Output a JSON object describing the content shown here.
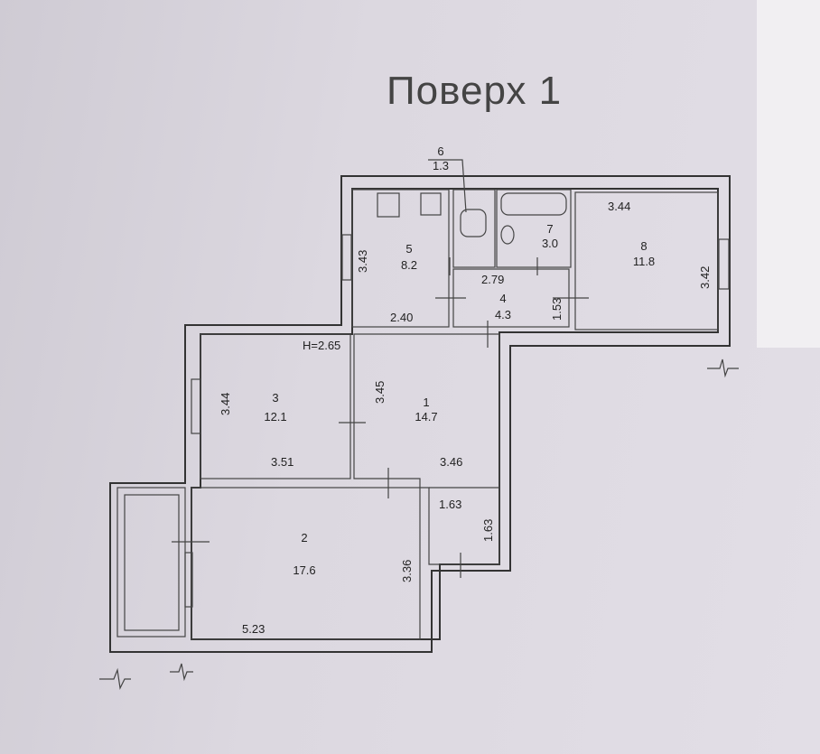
{
  "title": "Поверх 1",
  "ceiling_height": "H=2.65",
  "rooms": [
    {
      "number": "1",
      "area": "14.7"
    },
    {
      "number": "2",
      "area": "17.6"
    },
    {
      "number": "3",
      "area": "12.1"
    },
    {
      "number": "4",
      "area": "4.3"
    },
    {
      "number": "5",
      "area": "8.2"
    },
    {
      "number": "6",
      "area": "1.3"
    },
    {
      "number": "7",
      "area": "3.0"
    },
    {
      "number": "8",
      "area": "11.8"
    }
  ],
  "dimensions": {
    "r8_top": "3.44",
    "r8_side": "3.42",
    "r5_side": "3.43",
    "r5_bottom": "2.40",
    "r4_top": "2.79",
    "r4_side": "1.53",
    "r3_side": "3.44",
    "r3_bottom": "3.51",
    "r1_side": "3.45",
    "r1_bottom": "3.46",
    "corridor_width": "1.63",
    "corridor_height": "1.63",
    "r2_side": "3.36",
    "r2_bottom": "5.23"
  }
}
